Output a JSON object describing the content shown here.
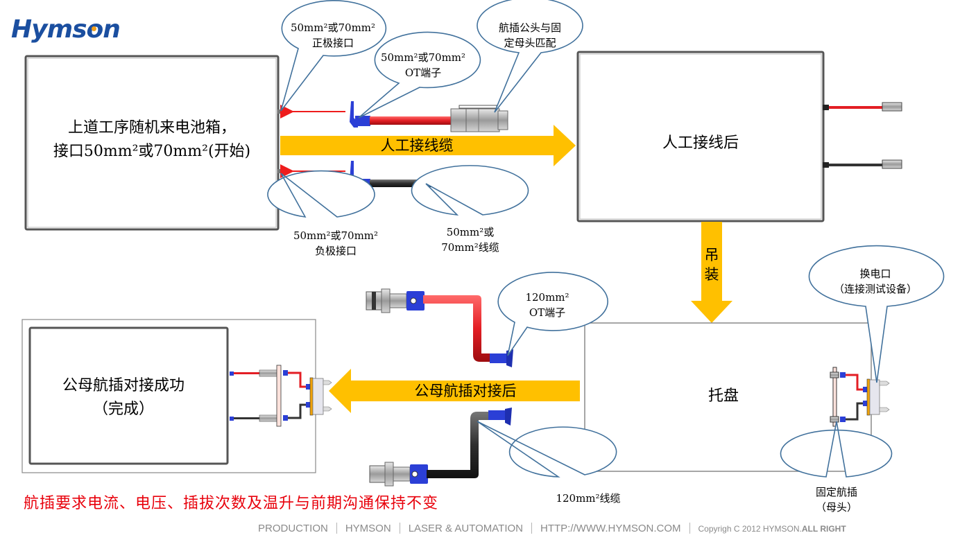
{
  "logo": {
    "text_prefix": "Hyms",
    "text_o": "o",
    "text_suffix": "n",
    "brand_color": "#1b4fa0",
    "accent_color": "#f2a01c"
  },
  "colors": {
    "arrow_fill": "#ffc000",
    "callout_stroke": "#41719c",
    "red_arrow": "#ee1c1c",
    "cable_red": "#e31e24",
    "cable_black": "#3a3a3a",
    "lug_blue": "#2b3fd6",
    "note_red": "#e8000b"
  },
  "boxes": {
    "start": {
      "line1": "上道工序随机来电池箱，",
      "line2": "接口50mm²或70mm²(开始)"
    },
    "after_wiring": {
      "label": "人工接线后"
    },
    "tray": {
      "label": "托盘"
    },
    "done": {
      "line1": "公母航插对接成功",
      "line2": "（完成）"
    }
  },
  "arrows": {
    "manual_wiring": "人工接线缆",
    "hoisting": [
      "吊",
      "装"
    ],
    "after_mating": "公母航插对接后"
  },
  "callouts": {
    "positive_port": [
      "50mm²或70mm²",
      "正极接口"
    ],
    "ot_terminal_small": [
      "50mm²或70mm²",
      "OT端子"
    ],
    "plug_match": [
      "航插公头与固",
      "定母头匹配"
    ],
    "negative_port": [
      "50mm²或70mm²",
      "负极接口"
    ],
    "cable_small": [
      "50mm²或",
      "70mm²线缆"
    ],
    "ot_terminal_120": [
      "120mm²",
      "OT端子"
    ],
    "cable_120": [
      "120mm²线缆"
    ],
    "swap_port": [
      "换电口",
      "（连接测试设备）"
    ],
    "fixed_plug": [
      "固定航插",
      "（母头）"
    ]
  },
  "note": "航插要求电流、电压、插拔次数及温升与前期沟通保持不变",
  "footer": {
    "items": [
      "PRODUCTION",
      "HYMSON",
      "LASER & AUTOMATION",
      "HTTP://WWW.HYMSON.COM"
    ],
    "copyright": "Copyrigh C 2012 HYMSON.",
    "copyright_bold": "ALL RIGHT"
  }
}
